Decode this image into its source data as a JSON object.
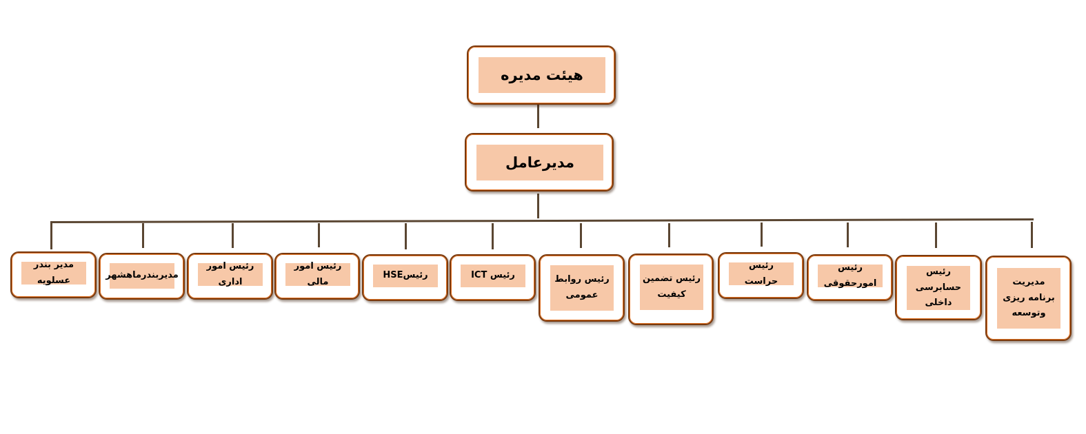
{
  "org_chart": {
    "board": {
      "label": "هیئت مدیره"
    },
    "ceo": {
      "label": "مدیرعامل"
    },
    "departments": [
      {
        "label": "مدیر بندر عسلویه"
      },
      {
        "label": "مدیربندرماهشهر"
      },
      {
        "label": "رئیس امور اداری"
      },
      {
        "label": "رئیس امور مالی"
      },
      {
        "label": "رئیسHSE"
      },
      {
        "label": "رئیس ICT"
      },
      {
        "label": "رئیس روابط عمومی"
      },
      {
        "label": "رئیس تضمین کیفیت"
      },
      {
        "label": "رئیس حراست"
      },
      {
        "label": "رئیس امورحقوقی"
      },
      {
        "label": "رئیس حسابرسی داخلی"
      },
      {
        "label": "مدیریت برنامه ریزی وتوسعه"
      }
    ]
  },
  "colors": {
    "box_fill": "#f7c8a8",
    "box_border": "#7a3a0e",
    "connector": "#5a4632"
  }
}
